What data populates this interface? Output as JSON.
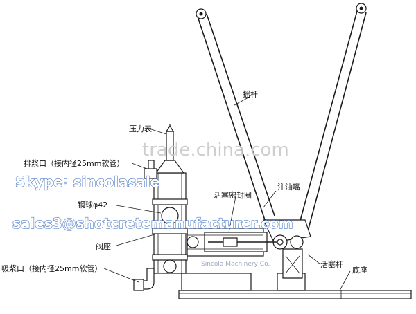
{
  "labels": {
    "rocker": "摇杆",
    "pressure_gauge": "压力表",
    "discharge": "排浆口（接内径25mm软管）",
    "steel_ball": "钢球φ42",
    "valve_seat": "阀座",
    "suction": "吸浆口（接内径25mm软管）",
    "oil_nozzle": "注油嘴",
    "piston_seal": "活塞密封圈",
    "piston_rod": "活塞杆",
    "base": "底座"
  },
  "watermarks": {
    "site": "trade.china.com",
    "skype": "Skype: sincolasale",
    "email": "sales3@shotcretemanufacturer.com",
    "company": "Sincola Machinery Co."
  }
}
